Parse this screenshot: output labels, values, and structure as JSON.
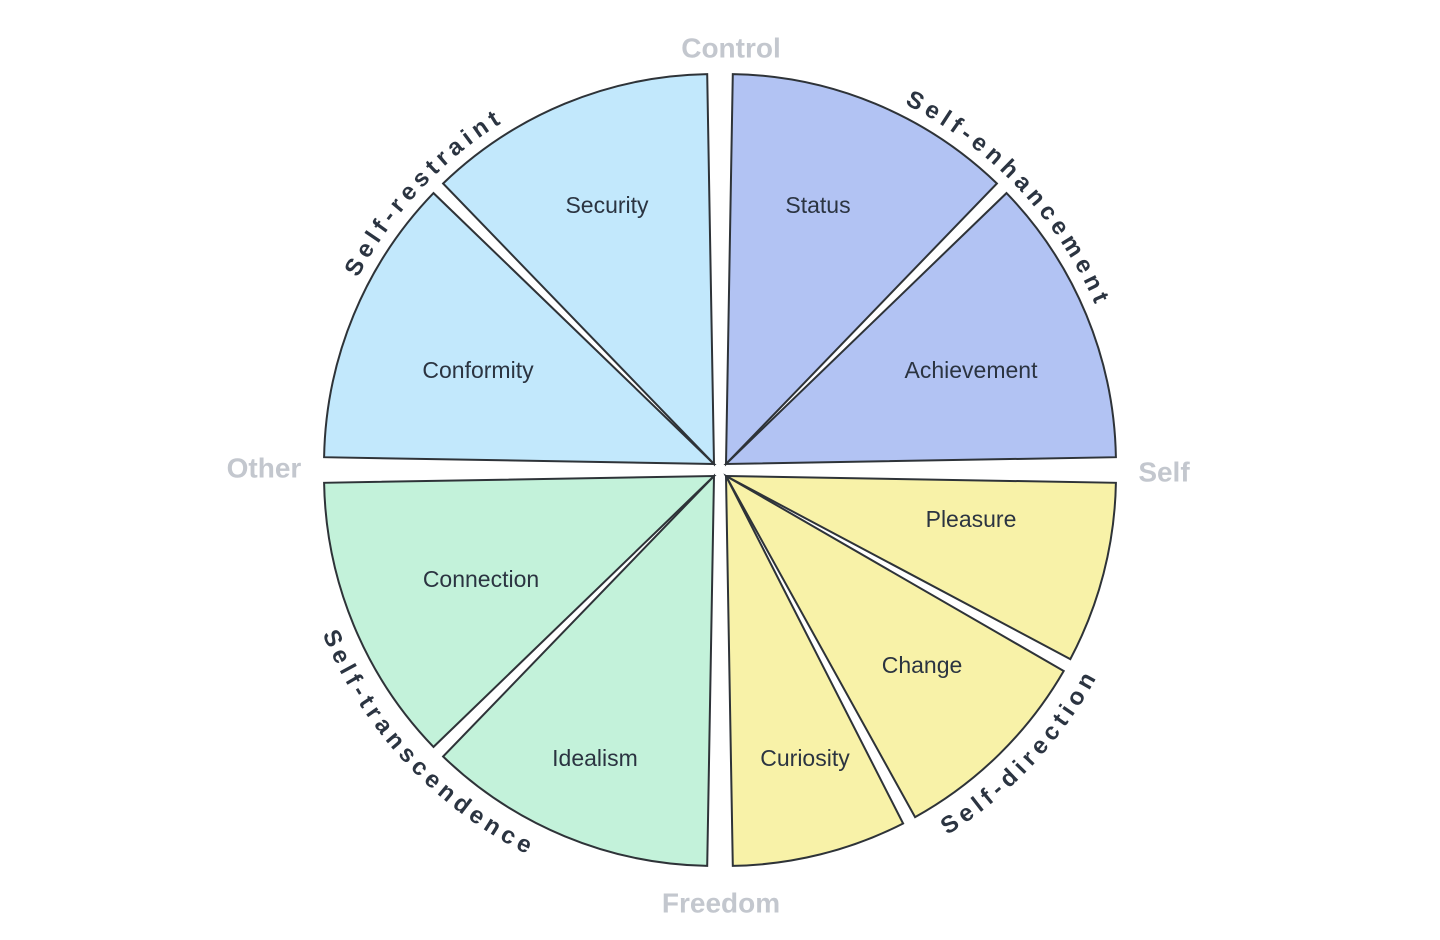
{
  "axes": {
    "top": "Control",
    "bottom": "Freedom",
    "left": "Other",
    "right": "Self"
  },
  "groups": {
    "self_enhancement": "Self-enhancement",
    "self_direction": "Self-direction",
    "self_transcendence": "Self-transcendence",
    "self_restraint": "Self-restraint"
  },
  "colors": {
    "self_enhancement": "#b2c3f3",
    "self_direction": "#f8f2a8",
    "self_transcendence": "#c3f2da",
    "self_restraint": "#c2e8fc",
    "outline": "#2e3338"
  },
  "segments": {
    "status": "Status",
    "achievement": "Achievement",
    "pleasure": "Pleasure",
    "change": "Change",
    "curiosity": "Curiosity",
    "idealism": "Idealism",
    "connection": "Connection",
    "conformity": "Conformity",
    "security": "Security"
  }
}
